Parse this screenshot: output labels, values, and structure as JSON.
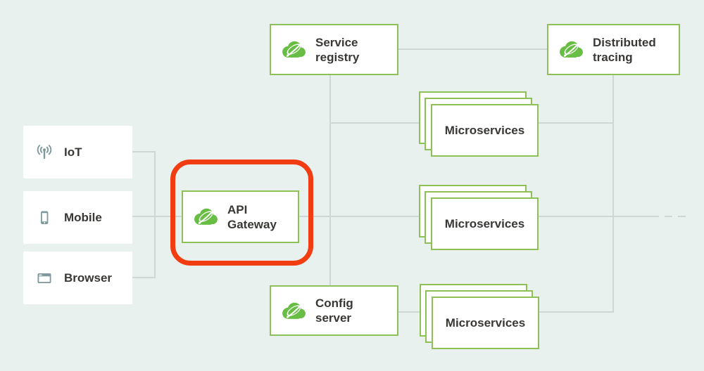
{
  "colors": {
    "background": "#e9f1ee",
    "connector_line": "#cdd8d6",
    "node_border_green": "#8dc158",
    "spring_logo_green": "#68bd45",
    "highlight_red": "#f23c11",
    "client_icon_gray": "#7f999e",
    "text": "#3a3835"
  },
  "clients": [
    {
      "label": "IoT",
      "icon": "iot-antenna-icon"
    },
    {
      "label": "Mobile",
      "icon": "smartphone-icon"
    },
    {
      "label": "Browser",
      "icon": "browser-window-icon"
    }
  ],
  "nodes": {
    "service_registry": {
      "lines": [
        "Service",
        "registry"
      ],
      "icon": "spring-cloud-icon"
    },
    "distributed_tracing": {
      "lines": [
        "Distributed",
        "tracing"
      ],
      "icon": "spring-cloud-icon"
    },
    "api_gateway": {
      "lines": [
        "API",
        "Gateway"
      ],
      "icon": "spring-cloud-icon",
      "highlighted": true
    },
    "config_server": {
      "lines": [
        "Config",
        "server"
      ],
      "icon": "spring-cloud-icon"
    }
  },
  "microservices_stacks": [
    {
      "label": "Microservices"
    },
    {
      "label": "Microservices"
    },
    {
      "label": "Microservices"
    }
  ],
  "annotation": {
    "type": "red-rounded-outline",
    "target": "API Gateway"
  }
}
